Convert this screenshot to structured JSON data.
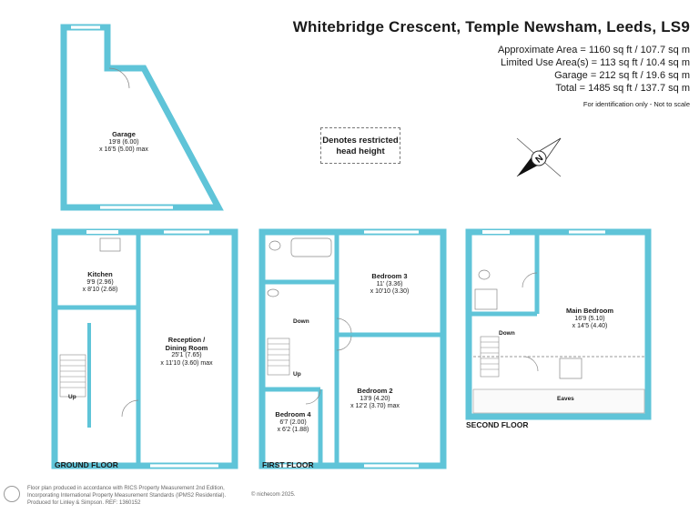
{
  "header": {
    "title": "Whitebridge Crescent, Temple Newsham, Leeds, LS9"
  },
  "areas": {
    "approximate": "Approximate Area = 1160 sq ft / 107.7 sq m",
    "limited_use": "Limited Use Area(s) = 113 sq ft / 10.4 sq m",
    "garage": "Garage = 212 sq ft / 19.6 sq m",
    "total": "Total = 1485 sq ft / 137.7 sq m",
    "note": "For identification only - Not to scale"
  },
  "legend": {
    "line1": "Denotes restricted",
    "line2": "head height"
  },
  "compass": {
    "letter": "N"
  },
  "colors": {
    "wall": "#5fc4d8",
    "fill": "#ffffff",
    "text": "#1a1a1a"
  },
  "rooms": {
    "garage": {
      "name": "Garage",
      "dim1": "19'8 (6.00)",
      "dim2": "x 16'5 (5.00) max"
    },
    "kitchen": {
      "name": "Kitchen",
      "dim1": "9'9 (2.96)",
      "dim2": "x 8'10 (2.68)"
    },
    "reception": {
      "name": "Reception /",
      "name2": "Dining Room",
      "dim1": "25'1 (7.65)",
      "dim2": "x 11'10 (3.60) max"
    },
    "bedroom3": {
      "name": "Bedroom 3",
      "dim1": "11' (3.36)",
      "dim2": "x 10'10 (3.30)"
    },
    "bedroom2": {
      "name": "Bedroom 2",
      "dim1": "13'9 (4.20)",
      "dim2": "x 12'2 (3.70) max"
    },
    "bedroom4": {
      "name": "Bedroom 4",
      "dim1": "6'7 (2.00)",
      "dim2": "x 6'2 (1.88)"
    },
    "main_bedroom": {
      "name": "Main Bedroom",
      "dim1": "16'9 (5.10)",
      "dim2": "x 14'5 (4.40)"
    }
  },
  "labels": {
    "ground_floor": "GROUND FLOOR",
    "first_floor": "FIRST FLOOR",
    "second_floor": "SECOND FLOOR",
    "up_ground": "Up",
    "down_first": "Down",
    "up_first": "Up",
    "down_second": "Down",
    "eaves": "Eaves"
  },
  "footer": {
    "line1": "Floor plan produced in accordance with RICS Property Measurement 2nd Edition,",
    "line2": "Incorporating International Property Measurement Standards (IPMS2 Residential).",
    "line3": "Produced for Linley & Simpson.   REF:  1360152",
    "copyright": "© nichecom 2025."
  }
}
